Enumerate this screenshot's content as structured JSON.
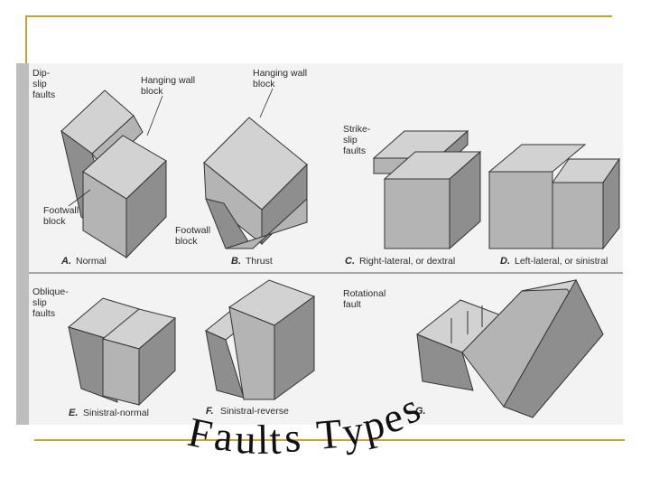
{
  "slide": {
    "title_chars": [
      "F",
      "a",
      "u",
      "l",
      "t",
      "s",
      " ",
      "T",
      "y",
      "p",
      "e",
      "s"
    ],
    "accent_color": "#c8a52a"
  },
  "figure": {
    "sections": {
      "dip_slip": [
        "Dip-",
        "slip",
        "faults"
      ],
      "strike_slip": [
        "Strike-",
        "slip",
        "faults"
      ],
      "oblique_slip": [
        "Oblique-",
        "slip",
        "faults"
      ],
      "rotational": [
        "Rotational",
        "fault"
      ]
    },
    "labels": {
      "hanging_wall_a": [
        "Hanging wall",
        "block"
      ],
      "hanging_wall_b": [
        "Hanging wall",
        "block"
      ],
      "footwall_a": [
        "Footwall",
        "block"
      ],
      "footwall_b": [
        "Footwall",
        "block"
      ]
    },
    "captions": {
      "a_letter": "A.",
      "a_text": "Normal",
      "b_letter": "B.",
      "b_text": "Thrust",
      "c_letter": "C.",
      "c_text": "Right-lateral, or dextral",
      "d_letter": "D.",
      "d_text": "Left-lateral, or sinistral",
      "e_letter": "E.",
      "e_text": "Sinistral-normal",
      "f_letter": "F.",
      "f_text": "Sinistral-reverse",
      "g_letter": "G.",
      "g_text": ""
    },
    "colors": {
      "top": "#d2d2d2",
      "front": "#b4b4b4",
      "side": "#8e8e8e",
      "edge": "#333333"
    }
  }
}
